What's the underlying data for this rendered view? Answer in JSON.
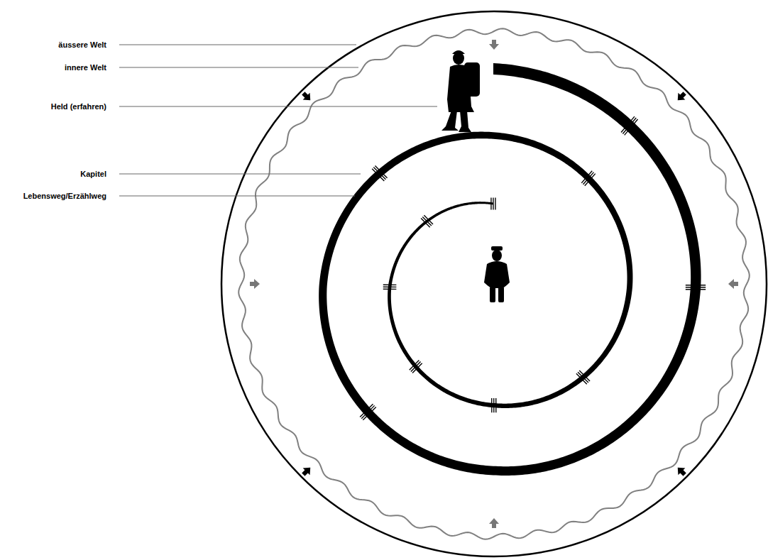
{
  "diagram": {
    "labels": [
      "äussere Welt",
      "innere Welt",
      "Held (erfahren)",
      "Kapitel",
      "Lebensweg/Erzählweg"
    ]
  }
}
